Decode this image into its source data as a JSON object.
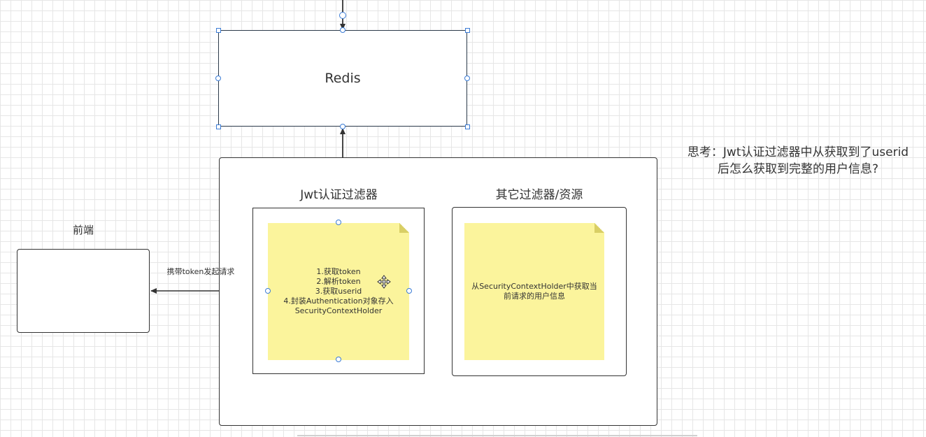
{
  "redis": {
    "label": "Redis"
  },
  "frontend": {
    "title": "前端"
  },
  "request_arrow": {
    "label": "携带token发起请求"
  },
  "jwt_filter": {
    "title": "Jwt认证过滤器",
    "note_lines": [
      "1.获取token",
      "2.解析token",
      "3.获取userid",
      "4.封装Authentication对象存入",
      "SecurityContextHolder"
    ]
  },
  "other_filters": {
    "title": "其它过滤器/资源",
    "note_lines": [
      "从SecurityContextHolder中获取当",
      "前请求的用户信息"
    ]
  },
  "thinking": {
    "line1": "思考：Jwt认证过滤器中从获取到了userid",
    "line2": "后怎么获取到完整的用户信息?"
  },
  "colors": {
    "note": "#fbf49c",
    "stroke": "#333333",
    "selection": "#3a7bd5",
    "grid": "#e6e6e6"
  }
}
